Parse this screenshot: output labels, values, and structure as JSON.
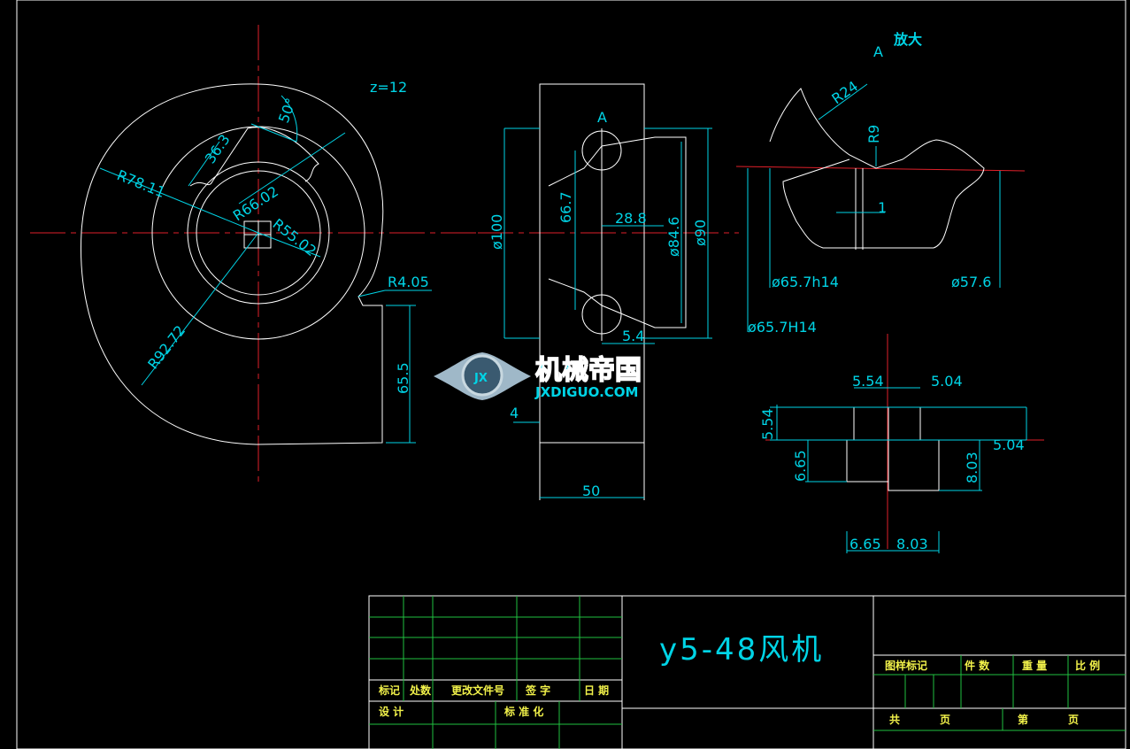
{
  "drawing": {
    "note_teeth": "z=12",
    "detail_label": "A",
    "detail_enlarge_label": "A",
    "enlarge_text": "放大",
    "side_view": {
      "d100": "ø100",
      "d667": "66.7",
      "d288": "28.8",
      "d846": "ø84.6",
      "d90": "ø90",
      "d54": "5.4",
      "d4": "4",
      "d50": "50"
    },
    "front_view": {
      "r7811": "R78.11",
      "r6602": "R66.02",
      "r5502": "R55.02",
      "r9272": "R92.72",
      "r405": "R4.05",
      "d363": "36.3",
      "a50": "50°",
      "d655": "65.5"
    },
    "detail_view": {
      "r24": "R24",
      "r9": "R9",
      "d1": "1",
      "h14": "ø65.7h14",
      "H14": "ø65.7H14",
      "d576": "ø57.6"
    },
    "key_view": {
      "a554": "5.54",
      "a504": "5.04",
      "b554": "5.54",
      "b504": "5.04",
      "a665": "6.65",
      "a803": "8.03",
      "b665": "6.65",
      "b803": "8.03"
    }
  },
  "watermark": {
    "logo_text": "JX",
    "brand_cn": "机械帝国",
    "brand_url": "JXDIGUO.COM"
  },
  "title_block": {
    "drawing_title": "y5-48风机",
    "h_mark": "标记",
    "h_count": "处数",
    "h_change_doc": "更改文件号",
    "h_sign": "签  字",
    "h_date": "日 期",
    "design": "设  计",
    "standardize": "标 准 化",
    "stage_mark": "图样标记",
    "pieces": "件  数",
    "weight": "重  量",
    "scale": "比  例",
    "total": "共",
    "page": "页",
    "sheet_no": "第",
    "page2": "页"
  },
  "colors": {
    "background": "#000000",
    "geometry": "#ffffff",
    "dimension": "#00d4e6",
    "centerline": "#e0202a",
    "title_text": "#f2f24a"
  }
}
